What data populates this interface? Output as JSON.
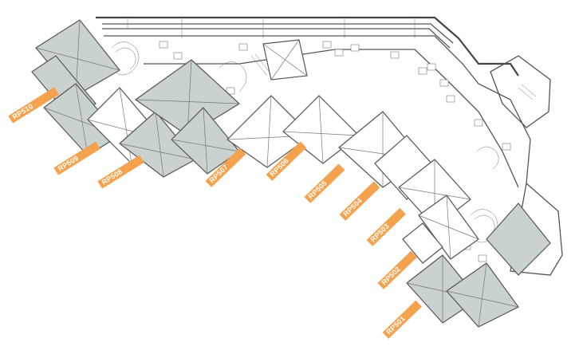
{
  "plan": {
    "units": [
      {
        "id": "RP510",
        "label": "RP510",
        "highlight": true
      },
      {
        "id": "RP509",
        "label": "RP509",
        "highlight": true
      },
      {
        "id": "RP508",
        "label": "RP508",
        "highlight": false
      },
      {
        "id": "RP507",
        "label": "RP507",
        "highlight": true
      },
      {
        "id": "RP506",
        "label": "RP506",
        "highlight": false
      },
      {
        "id": "RP505",
        "label": "RP505",
        "highlight": false
      },
      {
        "id": "RP504",
        "label": "RP504",
        "highlight": false
      },
      {
        "id": "RP503",
        "label": "RP503",
        "highlight": false
      },
      {
        "id": "RP502",
        "label": "RP502",
        "highlight": false
      },
      {
        "id": "RP501",
        "label": "RP501",
        "highlight": true
      }
    ],
    "colors": {
      "highlight_fill": "#c9d2ce",
      "tag_color": "#f4a24e",
      "wall_color": "#555555"
    }
  }
}
